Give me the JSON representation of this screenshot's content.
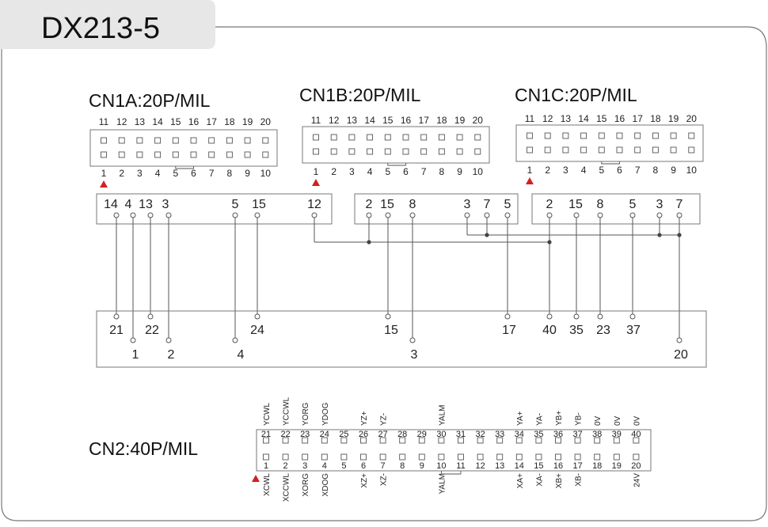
{
  "title": "DX213-5",
  "connectors": [
    {
      "label": "CN1A:20P/MIL",
      "top_pins": [
        "11",
        "12",
        "13",
        "14",
        "15",
        "16",
        "17",
        "18",
        "19",
        "20"
      ],
      "bottom_pins": [
        "1",
        "2",
        "3",
        "4",
        "5",
        "6",
        "7",
        "8",
        "9",
        "10"
      ]
    },
    {
      "label": "CN1B:20P/MIL",
      "top_pins": [
        "11",
        "12",
        "13",
        "14",
        "15",
        "16",
        "17",
        "18",
        "19",
        "20"
      ],
      "bottom_pins": [
        "1",
        "2",
        "3",
        "4",
        "5",
        "6",
        "7",
        "8",
        "9",
        "10"
      ]
    },
    {
      "label": "CN1C:20P/MIL",
      "top_pins": [
        "11",
        "12",
        "13",
        "14",
        "15",
        "16",
        "17",
        "18",
        "19",
        "20"
      ],
      "bottom_pins": [
        "1",
        "2",
        "3",
        "4",
        "5",
        "6",
        "7",
        "8",
        "9",
        "10"
      ]
    }
  ],
  "mapping_blocks": {
    "a": [
      "14",
      "4",
      "13",
      "3",
      "5",
      "15",
      "12"
    ],
    "b": [
      "2",
      "15",
      "8",
      "3",
      "7",
      "5"
    ],
    "c": [
      "2",
      "15",
      "8",
      "5",
      "3",
      "7"
    ]
  },
  "terminal_row_top": [
    "21",
    "22",
    "24",
    "15",
    "17",
    "40",
    "35",
    "23",
    "37"
  ],
  "terminal_row_bottom": [
    "1",
    "2",
    "4",
    "3",
    "20"
  ],
  "cn2": {
    "label": "CN2:40P/MIL",
    "top_pins": [
      "21",
      "22",
      "23",
      "24",
      "25",
      "26",
      "27",
      "28",
      "29",
      "30",
      "31",
      "32",
      "33",
      "34",
      "35",
      "36",
      "37",
      "38",
      "39",
      "40"
    ],
    "bottom_pins": [
      "1",
      "2",
      "3",
      "4",
      "5",
      "6",
      "7",
      "8",
      "9",
      "10",
      "11",
      "12",
      "13",
      "14",
      "15",
      "16",
      "17",
      "18",
      "19",
      "20"
    ],
    "top_signals": [
      "YCWL",
      "YCCWL",
      "YORG",
      "YDOG",
      "",
      "YZ+",
      "YZ-",
      "",
      "",
      "YALM",
      "",
      "",
      "",
      "YA+",
      "YA-",
      "YB+",
      "YB-",
      "0V",
      "0V",
      "0V"
    ],
    "bottom_signals": [
      "XCWL",
      "XCCWL",
      "XORG",
      "XDOG",
      "",
      "XZ+",
      "XZ-",
      "",
      "",
      "YALM",
      "",
      "",
      "",
      "XA+",
      "XA-",
      "XB+",
      "XB-",
      "",
      "",
      "24V"
    ]
  },
  "colors": {
    "marker": "#d42020",
    "line": "#555555",
    "tab": "#e7e7e7"
  }
}
